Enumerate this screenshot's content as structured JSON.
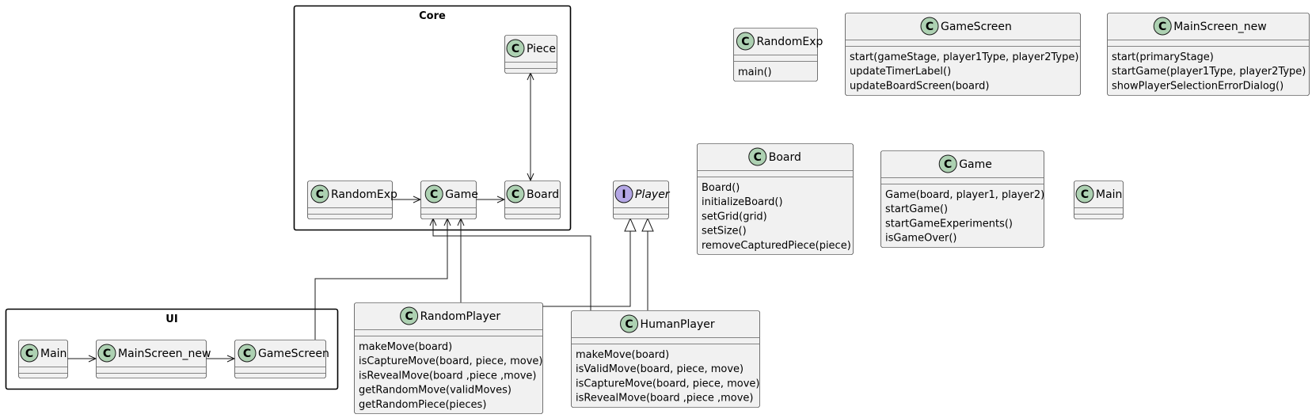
{
  "packages": [
    {
      "id": "core",
      "title": "Core"
    },
    {
      "id": "ui",
      "title": "UI"
    }
  ],
  "classes": [
    {
      "id": "core_piece",
      "name": "Piece",
      "kind": "class",
      "methods": []
    },
    {
      "id": "core_randomexp",
      "name": "RandomExp",
      "kind": "class",
      "methods": []
    },
    {
      "id": "core_game",
      "name": "Game",
      "kind": "class",
      "methods": []
    },
    {
      "id": "core_board",
      "name": "Board",
      "kind": "class",
      "methods": []
    },
    {
      "id": "ui_main",
      "name": "Main",
      "kind": "class",
      "methods": []
    },
    {
      "id": "ui_mainscreen",
      "name": "MainScreen_new",
      "kind": "class",
      "methods": []
    },
    {
      "id": "ui_gamescreen",
      "name": "GameScreen",
      "kind": "class",
      "methods": []
    },
    {
      "id": "player",
      "name": "Player",
      "kind": "interface",
      "methods": []
    },
    {
      "id": "randomplayer",
      "name": "RandomPlayer",
      "kind": "class",
      "methods": [
        "makeMove(board)",
        "isCaptureMove(board, piece, move)",
        "isRevealMove(board ,piece ,move)",
        "getRandomMove(validMoves)",
        "getRandomPiece(pieces)"
      ]
    },
    {
      "id": "humanplayer",
      "name": "HumanPlayer",
      "kind": "class",
      "methods": [
        "makeMove(board)",
        "isValidMove(board, piece, move)",
        "isCaptureMove(board, piece, move)",
        "isRevealMove(board ,piece ,move)"
      ]
    },
    {
      "id": "randomexp",
      "name": "RandomExp",
      "kind": "class",
      "methods": [
        "main()"
      ]
    },
    {
      "id": "gamescreen",
      "name": "GameScreen",
      "kind": "class",
      "methods": [
        "start(gameStage, player1Type, player2Type)",
        "updateTimerLabel()",
        "updateBoardScreen(board)"
      ]
    },
    {
      "id": "mainscreen",
      "name": "MainScreen_new",
      "kind": "class",
      "methods": [
        "start(primaryStage)",
        "startGame(player1Type, player2Type)",
        "showPlayerSelectionErrorDialog()"
      ]
    },
    {
      "id": "board",
      "name": "Board",
      "kind": "class",
      "methods": [
        "Board()",
        "initializeBoard()",
        "setGrid(grid)",
        "setSize()",
        "removeCapturedPiece(piece)"
      ]
    },
    {
      "id": "game",
      "name": "Game",
      "kind": "class",
      "methods": [
        "Game(board, player1, player2)",
        "startGame()",
        "startGameExperiments()",
        "isGameOver()"
      ]
    },
    {
      "id": "main",
      "name": "Main",
      "kind": "class",
      "methods": []
    }
  ],
  "relations": [
    {
      "from": "core_piece",
      "to": "core_board",
      "type": "bidirectional"
    },
    {
      "from": "core_randomexp",
      "to": "core_game",
      "type": "association"
    },
    {
      "from": "core_game",
      "to": "core_board",
      "type": "association"
    },
    {
      "from": "ui_main",
      "to": "ui_mainscreen",
      "type": "association"
    },
    {
      "from": "ui_mainscreen",
      "to": "ui_gamescreen",
      "type": "association"
    },
    {
      "from": "ui_gamescreen",
      "to": "core_game",
      "type": "association"
    },
    {
      "from": "randomplayer",
      "to": "core_game",
      "type": "association"
    },
    {
      "from": "humanplayer",
      "to": "core_game",
      "type": "association"
    },
    {
      "from": "randomplayer",
      "to": "player",
      "type": "realization"
    },
    {
      "from": "humanplayer",
      "to": "player",
      "type": "realization"
    }
  ],
  "colors": {
    "class_fill": "#f1f1f1",
    "border": "#181818",
    "class_badge": "#add1b2",
    "interface_badge": "#b4a7e5",
    "package_fill": "#ffffff"
  }
}
